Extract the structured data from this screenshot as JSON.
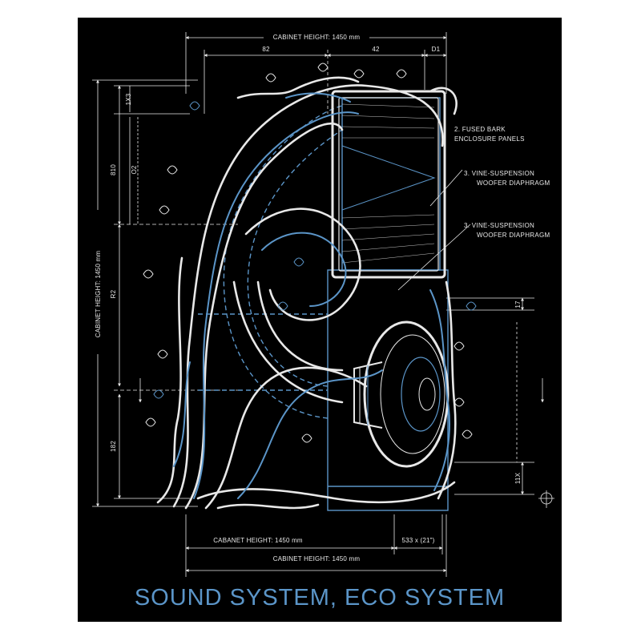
{
  "colors": {
    "background": "#000000",
    "line_white": "#e8e8e8",
    "accent_blue": "#5b95c8",
    "page": "#ffffff"
  },
  "dimensions": {
    "top_overall": "CABINET HEIGHT: 1450 mm",
    "top_left_segment": "82",
    "top_mid_segment": "42",
    "top_right_segment": "D1",
    "left_overall": "CABINET HEIGHT: 1450 mm",
    "left_a": "1X3",
    "left_b": "810",
    "left_c": "O2",
    "left_d": "R2",
    "left_e": "182",
    "right_a": "17",
    "right_b": "11X",
    "bottom_inner": "CABANET HEIGHT: 1450 mm",
    "bottom_right": "533 x (21\")",
    "bottom_overall": "CABINET HEIGHT: 1450 mm"
  },
  "annotations": [
    {
      "line1": "2. FUSED BARK",
      "line2": "ENCLOSURE PANELS"
    },
    {
      "line1": "3. VINE-SUSPENSION",
      "line2": "WOOFER DIAPHRAGM"
    },
    {
      "line1": "3. VINE-SUSPENSION",
      "line2": "WOOFER DIAPHRAGM"
    }
  ],
  "title": "SOUND SYSTEM, ECO SYSTEM"
}
